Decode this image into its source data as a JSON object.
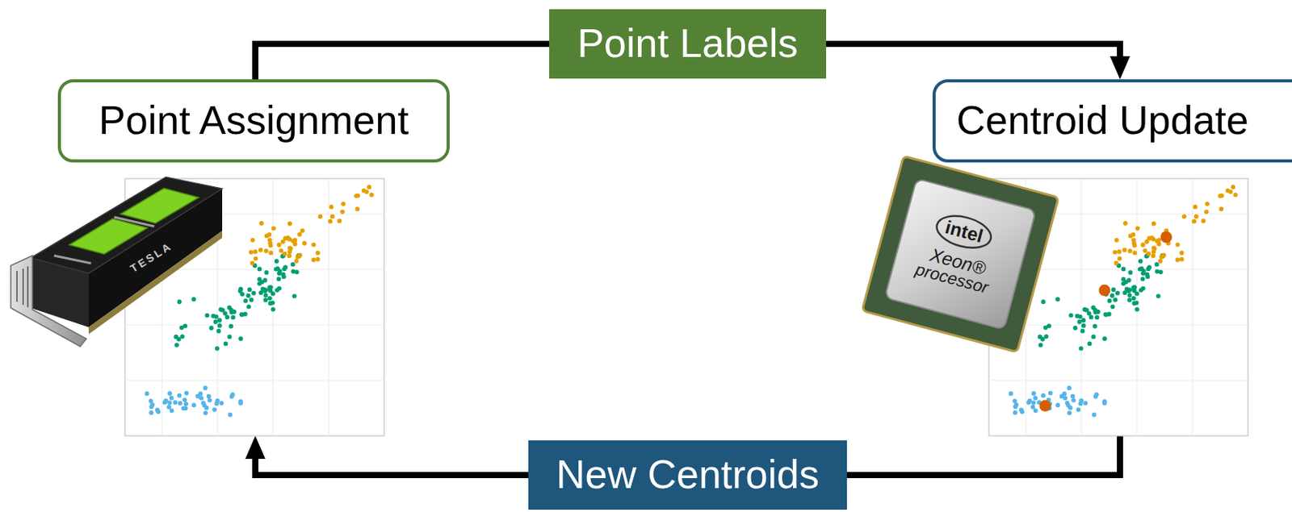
{
  "diagram": {
    "nodes": [
      {
        "text": [
          "Point Assignment"
        ]
      },
      {
        "text": [
          "Centroid Update"
        ]
      }
    ],
    "edges": [
      {
        "from": 0,
        "to": 1,
        "arrow": "to",
        "label": "Point Labels"
      },
      {
        "from": 1,
        "to": 0,
        "arrow": "to",
        "label": "New Centroids"
      }
    ],
    "labels": [
      "TESLA",
      "intel",
      "Xeon®",
      "processor"
    ]
  }
}
